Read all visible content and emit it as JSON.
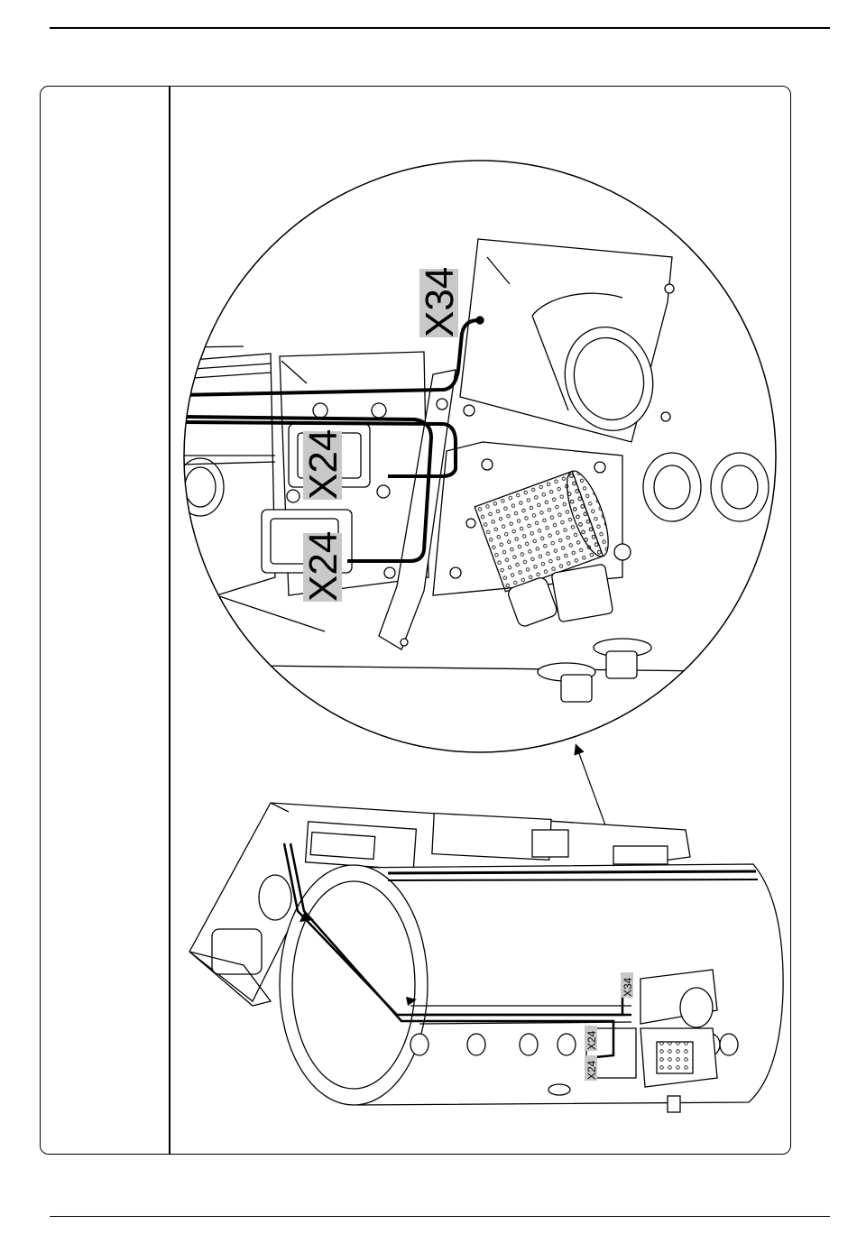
{
  "callouts": {
    "detail": {
      "x34": "X34",
      "x24_upper": "X24",
      "x24_lower": "X24"
    },
    "overview": {
      "x34": "X34",
      "x24_upper": "X24",
      "x24_lower": "X24"
    }
  },
  "colors": {
    "ink": "#000000",
    "label_highlight": "#c8c8c8",
    "paper": "#ffffff"
  }
}
